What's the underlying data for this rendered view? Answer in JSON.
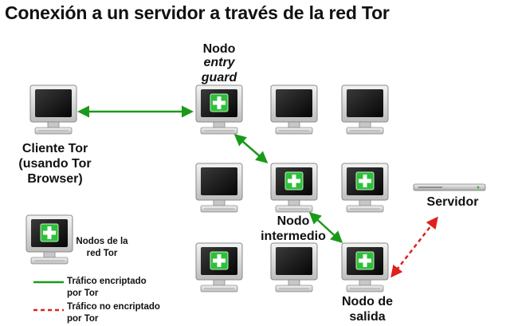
{
  "title": "Conexión a un servidor a través de la red Tor",
  "labels": {
    "client": "Cliente Tor\n(usando Tor\nBrowser)",
    "entry_node": "Nodo",
    "entry_guard": "entry\nguard",
    "middle_node": "Nodo\nintermedio",
    "exit_node": "Nodo de\nsalida",
    "server": "Servidor"
  },
  "legend": {
    "nodes": "Nodos de la\nred Tor",
    "encrypted": "Tráfico encriptado\npor Tor",
    "unencrypted": "Tráfico no encriptado\npor Tor"
  },
  "colors": {
    "encrypted_line": "#1a9a1a",
    "unencrypted_line": "#e0201b",
    "node_screen": "#111111",
    "node_cross": "#2fbf3a",
    "monitor_body": "#d9d9d9"
  },
  "icons": {
    "computer": "computer-icon",
    "tor_node": "tor-node-icon",
    "server": "server-icon"
  }
}
